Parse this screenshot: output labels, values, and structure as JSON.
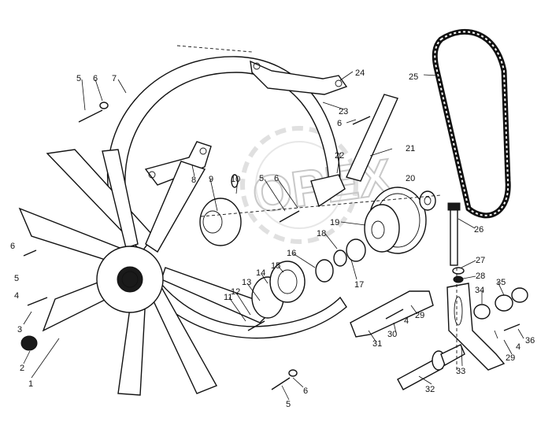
{
  "watermark": {
    "text": "ОРЕХ",
    "color": "#c8c8c8"
  },
  "labels": [
    {
      "id": "p1",
      "text": "1"
    },
    {
      "id": "p2",
      "text": "2"
    },
    {
      "id": "p3",
      "text": "3"
    },
    {
      "id": "p4a",
      "text": "4"
    },
    {
      "id": "p4b",
      "text": "4"
    },
    {
      "id": "p4c",
      "text": "4"
    },
    {
      "id": "p5a",
      "text": "5"
    },
    {
      "id": "p5b",
      "text": "5"
    },
    {
      "id": "p5c",
      "text": "5"
    },
    {
      "id": "p5d",
      "text": "5"
    },
    {
      "id": "p6a",
      "text": "6"
    },
    {
      "id": "p6b",
      "text": "6"
    },
    {
      "id": "p6c",
      "text": "6"
    },
    {
      "id": "p6d",
      "text": "6"
    },
    {
      "id": "p6e",
      "text": "6"
    },
    {
      "id": "p7",
      "text": "7"
    },
    {
      "id": "p8",
      "text": "8"
    },
    {
      "id": "p9",
      "text": "9"
    },
    {
      "id": "p10",
      "text": "10"
    },
    {
      "id": "p11",
      "text": "11"
    },
    {
      "id": "p12",
      "text": "12"
    },
    {
      "id": "p13",
      "text": "13"
    },
    {
      "id": "p14",
      "text": "14"
    },
    {
      "id": "p15",
      "text": "15"
    },
    {
      "id": "p16",
      "text": "16"
    },
    {
      "id": "p17",
      "text": "17"
    },
    {
      "id": "p18",
      "text": "18"
    },
    {
      "id": "p19",
      "text": "19"
    },
    {
      "id": "p20",
      "text": "20"
    },
    {
      "id": "p21",
      "text": "21"
    },
    {
      "id": "p22",
      "text": "22"
    },
    {
      "id": "p23",
      "text": "23"
    },
    {
      "id": "p24",
      "text": "24"
    },
    {
      "id": "p25",
      "text": "25"
    },
    {
      "id": "p26",
      "text": "26"
    },
    {
      "id": "p27",
      "text": "27"
    },
    {
      "id": "p28",
      "text": "28"
    },
    {
      "id": "p29a",
      "text": "29"
    },
    {
      "id": "p29b",
      "text": "29"
    },
    {
      "id": "p30",
      "text": "30"
    },
    {
      "id": "p31",
      "text": "31"
    },
    {
      "id": "p32",
      "text": "32"
    },
    {
      "id": "p33",
      "text": "33"
    },
    {
      "id": "p34",
      "text": "34"
    },
    {
      "id": "p35",
      "text": "35"
    },
    {
      "id": "p36",
      "text": "36"
    }
  ]
}
